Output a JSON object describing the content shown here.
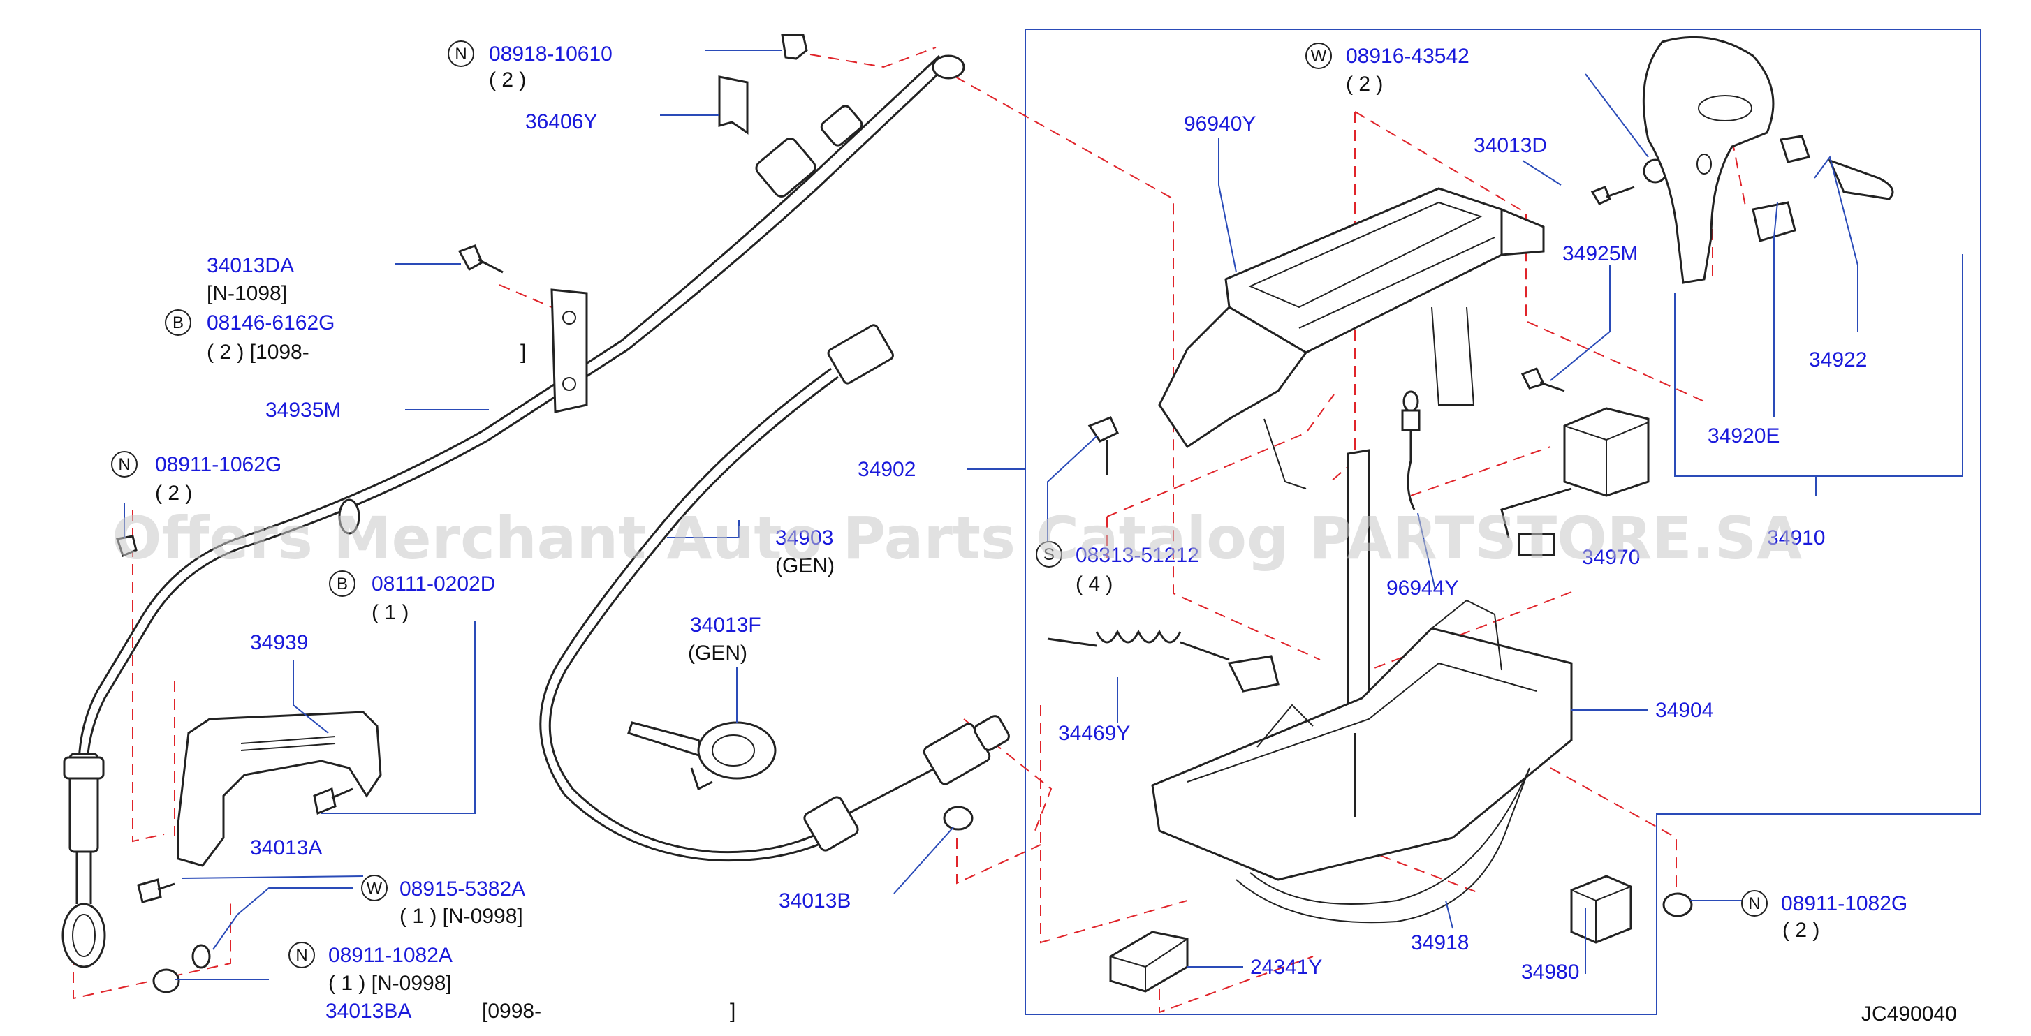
{
  "watermark": "Offers Merchant Auto Parts Catalog PARTSTORE.SA",
  "diagram_code": "JC490040",
  "badges": {
    "N": "N",
    "W": "W",
    "B": "B",
    "S": "S"
  },
  "labels": {
    "p_08918_10610": "08918-10610",
    "q_08918_10610": "( 2 )",
    "p_36406Y": "36406Y",
    "p_34013DA": "34013DA",
    "n_34013DA": "[N-1098]",
    "p_08146_6162G": "08146-6162G",
    "q_08146_6162G": "( 2 )  [1098-",
    "q_08146_6162G_end": "]",
    "p_34935M": "34935M",
    "p_08911_1062G": "08911-1062G",
    "q_08911_1062G": "( 2 )",
    "p_08111_0202D": "08111-0202D",
    "q_08111_0202D": "( 1 )",
    "p_34939": "34939",
    "p_34013A": "34013A",
    "p_08915_5382A": "08915-5382A",
    "q_08915_5382A": "( 1 )  [N-0998]",
    "p_08911_1082A": "08911-1082A",
    "q_08911_1082A": "( 1 )  [N-0998]",
    "p_34013BA": "34013BA",
    "q_34013BA": "[0998-",
    "q_34013BA_end": "]",
    "p_34903": "34903",
    "g_34903": "(GEN)",
    "p_34013F": "34013F",
    "g_34013F": "(GEN)",
    "p_34013B": "34013B",
    "p_34902": "34902",
    "p_96940Y": "96940Y",
    "p_08916_43542": "08916-43542",
    "q_08916_43542": "( 2 )",
    "p_34013D": "34013D",
    "p_34925M": "34925M",
    "p_34922": "34922",
    "p_34920E": "34920E",
    "p_34910": "34910",
    "p_34970": "34970",
    "p_08313": "08313-51212",
    "q_08313": "( 4 )",
    "p_96944Y": "96944Y",
    "p_34469Y": "34469Y",
    "p_34904": "34904",
    "p_34918": "34918",
    "p_24341Y": "24341Y",
    "p_34980": "34980",
    "p_08911_1082G": "08911-1082G",
    "q_08911_1082G": "( 2 )"
  }
}
